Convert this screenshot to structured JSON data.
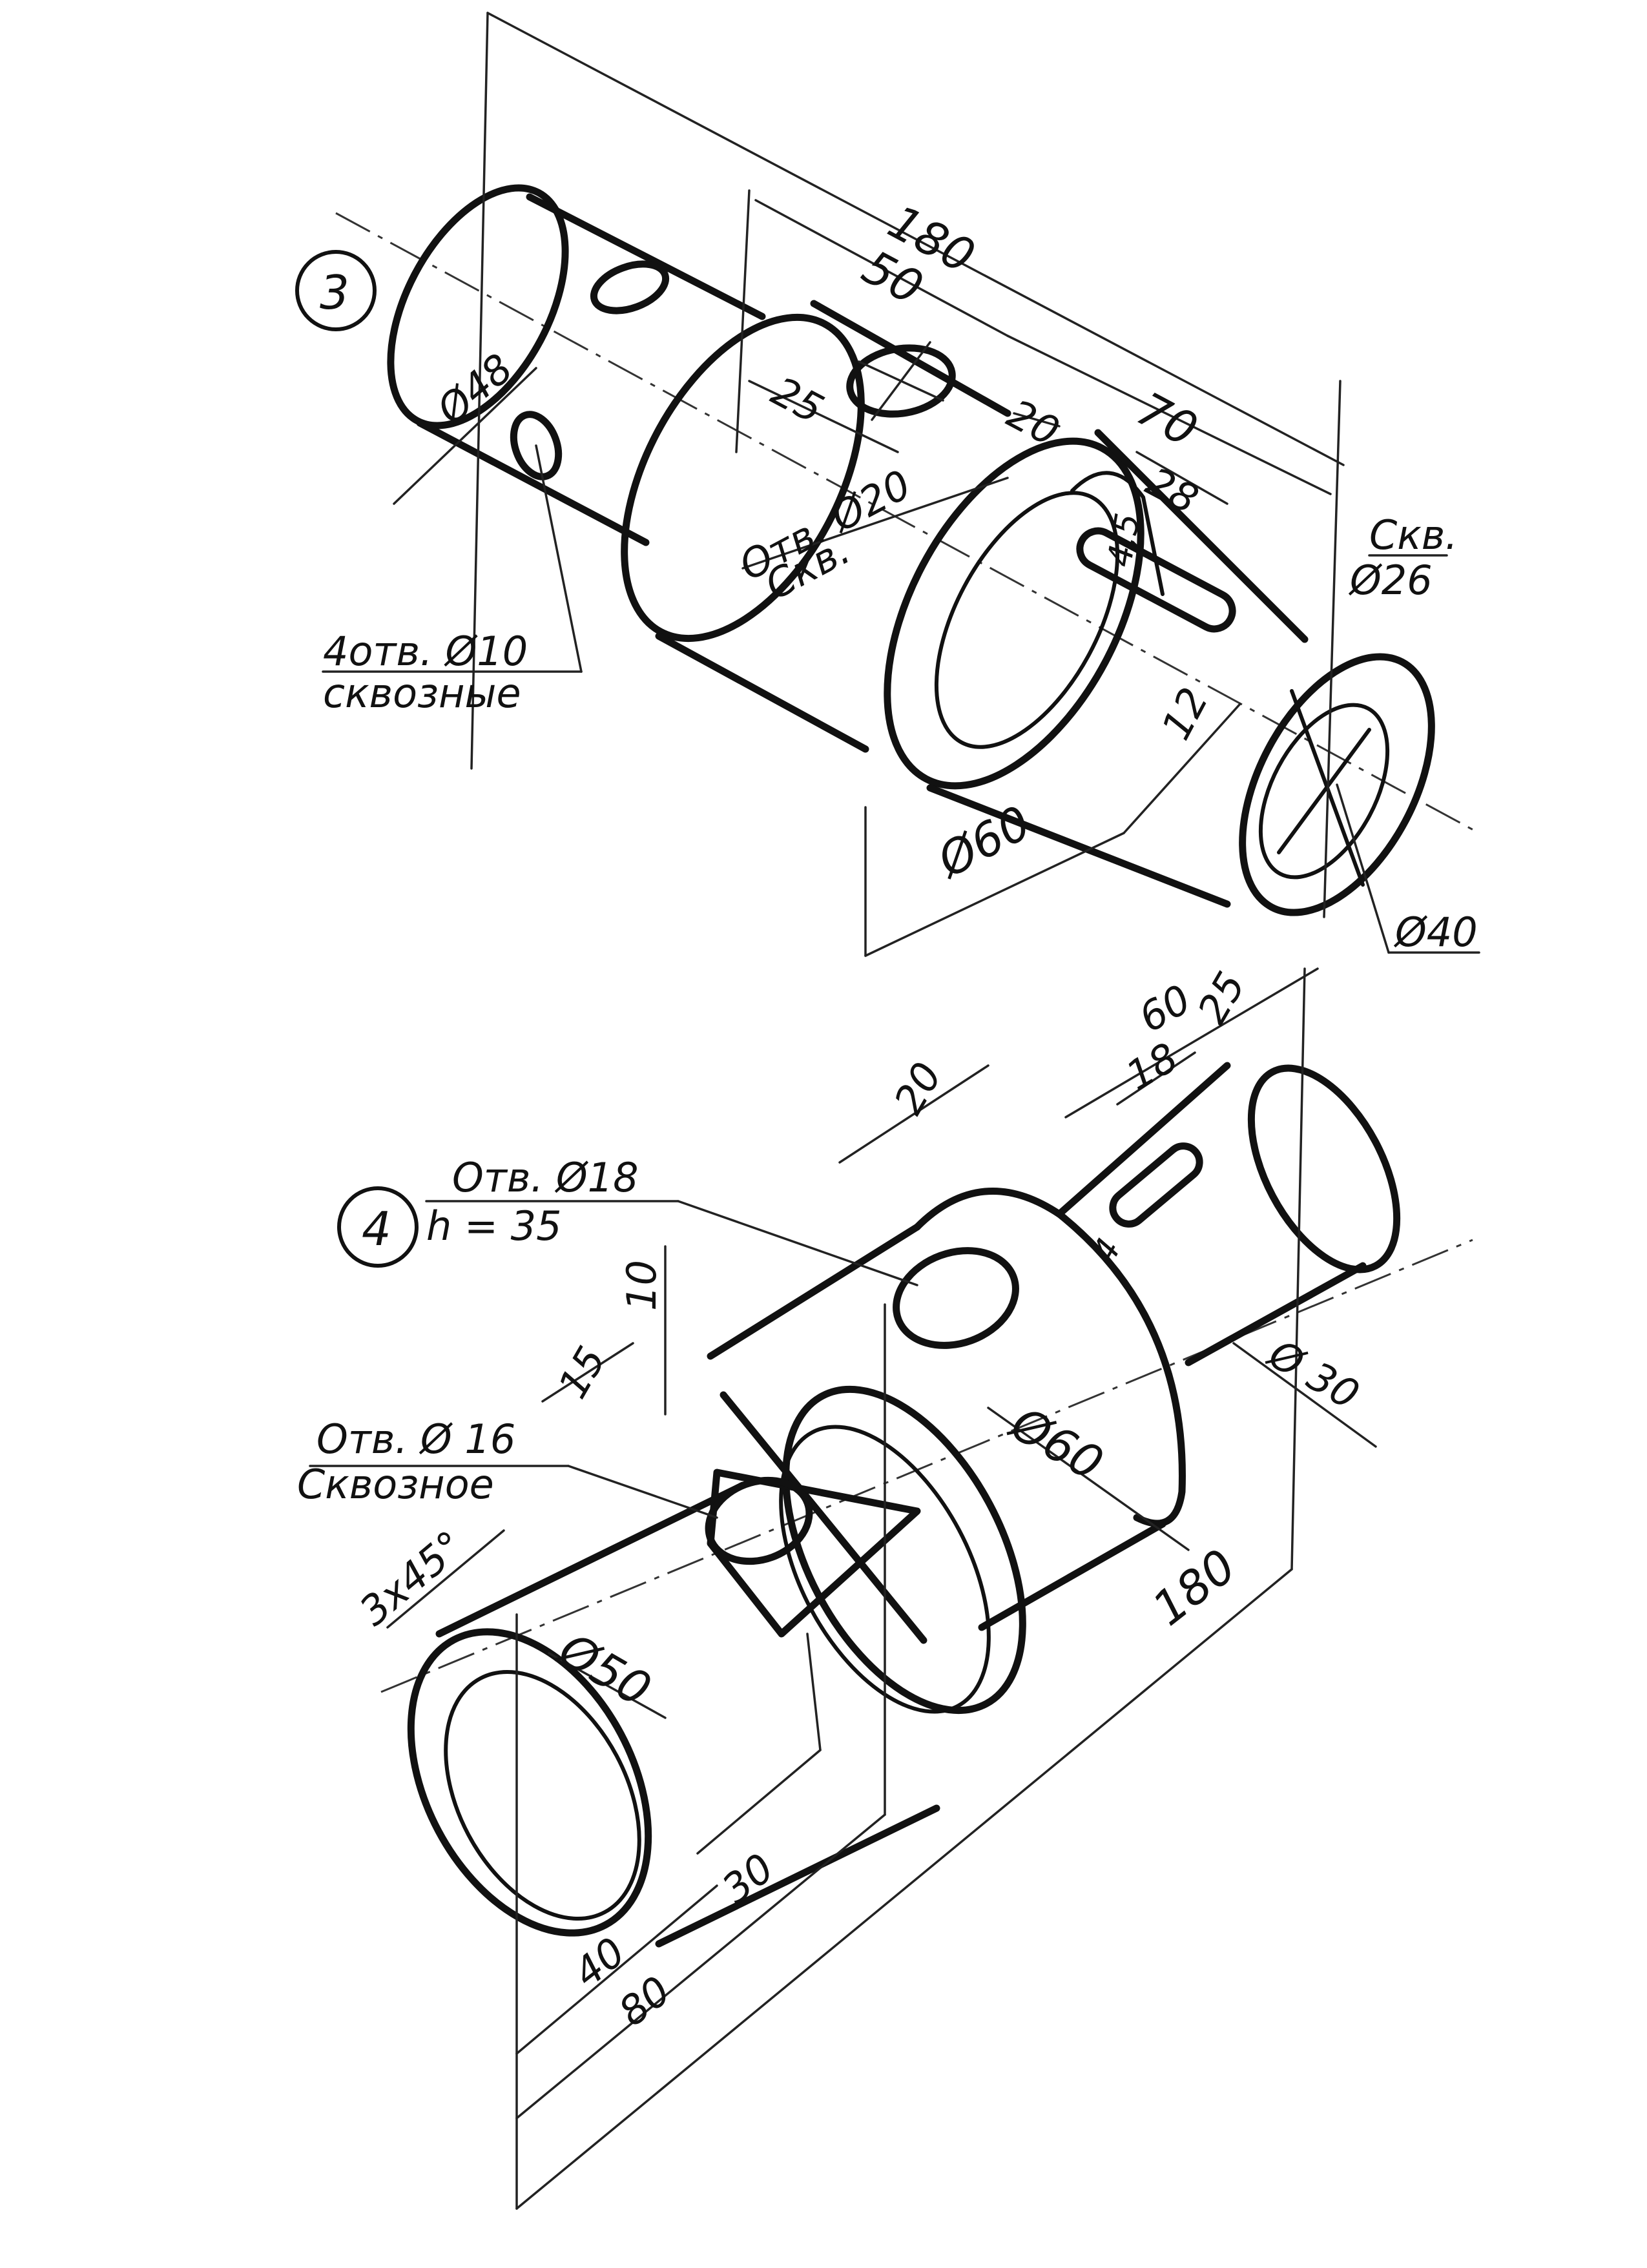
{
  "colors": {
    "ink": "#111111",
    "paper": "#ffffff"
  },
  "part3": {
    "number": "3",
    "dim_total": "180",
    "dim_50": "50",
    "dim_70": "70",
    "dim_25": "25",
    "dim_20": "20",
    "dim_28": "28",
    "dim_12": "12",
    "dim_4_5": "4,5",
    "dia_48": "Ø48",
    "dia_60": "Ø60",
    "dia_40": "Ø40",
    "hole_center_line1": "Отв. Ø20",
    "hole_center_line2": "Скв.",
    "holes_left_line1": "4отв. Ø10",
    "holes_left_line2": "сквозные",
    "bore_line1": "Скв.",
    "bore_line2": "Ø26"
  },
  "part4": {
    "number": "4",
    "hole_top_line1": "Отв. Ø18",
    "hole_top_line2": "h = 35",
    "dim_20": "20",
    "dim_60": "60",
    "dim_25": "25",
    "dim_18": "18",
    "dim_4": "4",
    "dim_10": "10",
    "dim_15": "15",
    "hole_left_line1": "Отв. Ø 16",
    "hole_left_line2": "Сквозное",
    "chamfer": "3x45°",
    "dia_50": "Ø50",
    "dia_60": "Ø60",
    "dia_30": "Ø 30",
    "dim_total": "180",
    "dim_30": "30",
    "dim_40": "40",
    "dim_80": "80"
  }
}
